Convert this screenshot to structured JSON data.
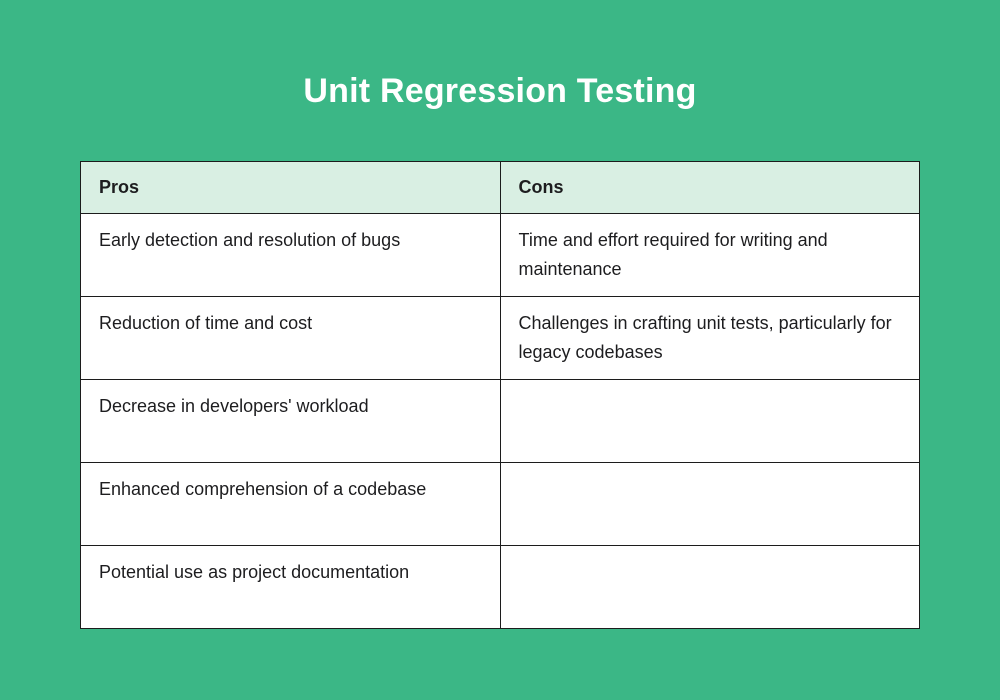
{
  "page": {
    "title": "Unit Regression Testing",
    "background_color": "#3bb786",
    "title_color": "#ffffff"
  },
  "table": {
    "header_bg_color": "#d9efe3",
    "border_color": "#1c1c1c",
    "headers": [
      "Pros",
      "Cons"
    ],
    "rows": [
      {
        "pros": "Early detection and resolution of bugs",
        "cons": "Time and effort required for writing and maintenance"
      },
      {
        "pros": "Reduction of time and cost",
        "cons": "Challenges in crafting unit tests, particularly for legacy codebases"
      },
      {
        "pros": "Decrease in developers' workload",
        "cons": ""
      },
      {
        "pros": "Enhanced comprehension of a codebase",
        "cons": ""
      },
      {
        "pros": "Potential use as project documentation",
        "cons": ""
      }
    ]
  }
}
